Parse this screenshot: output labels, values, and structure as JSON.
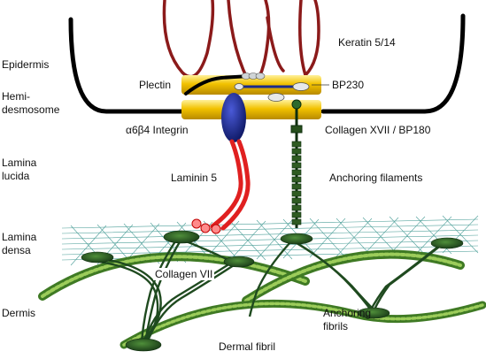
{
  "diagram": {
    "layers": {
      "epidermis": "Epidermis",
      "hemidesmosome_1": "Hemi-",
      "hemidesmosome_2": "desmosome",
      "lamina_lucida_1": "Lamina",
      "lamina_lucida_2": "lucida",
      "lamina_densa_1": "Lamina",
      "lamina_densa_2": "densa",
      "dermis": "Dermis"
    },
    "components": {
      "keratin": "Keratin 5/14",
      "plectin": "Plectin",
      "bp230": "BP230",
      "integrin": "α6β4 Integrin",
      "collagen_xvii": "Collagen XVII / BP180",
      "laminin": "Laminin 5",
      "anchoring_filaments": "Anchoring filaments",
      "collagen_vii": "Collagen VII",
      "anchoring_fibrils_1": "Anchoring",
      "anchoring_fibrils_2": "fibrils",
      "dermal_fibril": "Dermal fibril"
    },
    "colors": {
      "keratin": "#8b1a1a",
      "plaque": "#f2c200",
      "integrin": "#1a2a8c",
      "laminin": "#e02020",
      "collagen_green": "#1f4a1f",
      "fibril_green": "#6fa83a",
      "lamina_densa_mesh": "#2f8f88",
      "membrane": "#000000"
    }
  }
}
